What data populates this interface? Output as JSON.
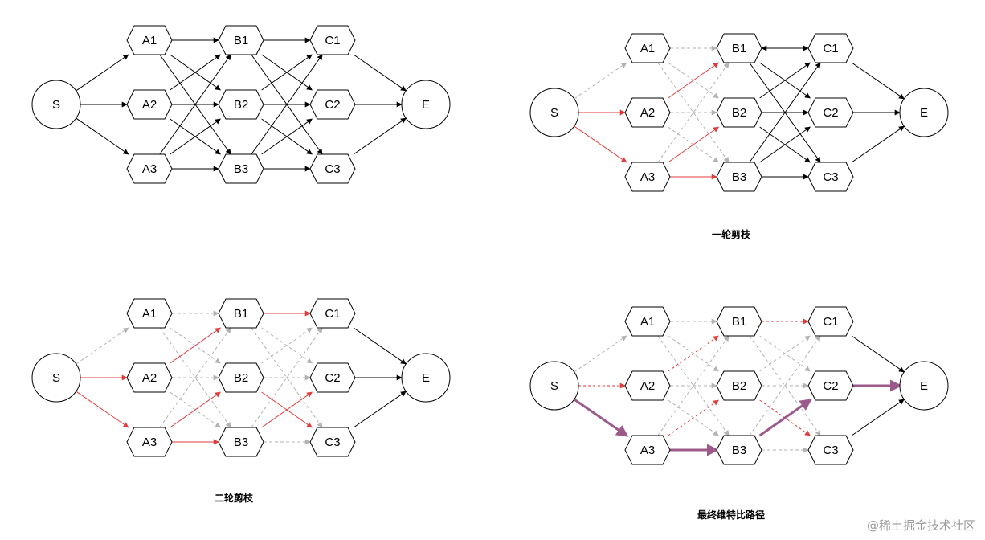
{
  "colors": {
    "black": "#000000",
    "gray": "#b3b3b3",
    "red": "#e33b3b",
    "purple": "#9c5a8a"
  },
  "nodes": [
    "S",
    "A1",
    "A2",
    "A3",
    "B1",
    "B2",
    "B3",
    "C1",
    "C2",
    "C3",
    "E"
  ],
  "panels": [
    {
      "caption": "",
      "edges": [
        {
          "from": "S",
          "to": "A1",
          "style": "black"
        },
        {
          "from": "S",
          "to": "A2",
          "style": "black"
        },
        {
          "from": "S",
          "to": "A3",
          "style": "black"
        },
        {
          "from": "A1",
          "to": "B1",
          "style": "black"
        },
        {
          "from": "A1",
          "to": "B2",
          "style": "black"
        },
        {
          "from": "A1",
          "to": "B3",
          "style": "black"
        },
        {
          "from": "A2",
          "to": "B1",
          "style": "black"
        },
        {
          "from": "A2",
          "to": "B2",
          "style": "black"
        },
        {
          "from": "A2",
          "to": "B3",
          "style": "black"
        },
        {
          "from": "A3",
          "to": "B1",
          "style": "black"
        },
        {
          "from": "A3",
          "to": "B2",
          "style": "black"
        },
        {
          "from": "A3",
          "to": "B3",
          "style": "black"
        },
        {
          "from": "B1",
          "to": "C1",
          "style": "black"
        },
        {
          "from": "B1",
          "to": "C2",
          "style": "black"
        },
        {
          "from": "B1",
          "to": "C3",
          "style": "black"
        },
        {
          "from": "B2",
          "to": "C1",
          "style": "black"
        },
        {
          "from": "B2",
          "to": "C2",
          "style": "black"
        },
        {
          "from": "B2",
          "to": "C3",
          "style": "black"
        },
        {
          "from": "B3",
          "to": "C1",
          "style": "black"
        },
        {
          "from": "B3",
          "to": "C2",
          "style": "black"
        },
        {
          "from": "B3",
          "to": "C3",
          "style": "black"
        },
        {
          "from": "C1",
          "to": "E",
          "style": "black"
        },
        {
          "from": "C2",
          "to": "E",
          "style": "black"
        },
        {
          "from": "C3",
          "to": "E",
          "style": "black"
        }
      ]
    },
    {
      "caption": "一轮剪枝",
      "edges": [
        {
          "from": "S",
          "to": "A1",
          "style": "gray"
        },
        {
          "from": "S",
          "to": "A2",
          "style": "red"
        },
        {
          "from": "S",
          "to": "A3",
          "style": "red"
        },
        {
          "from": "A1",
          "to": "B1",
          "style": "gray"
        },
        {
          "from": "A1",
          "to": "B2",
          "style": "gray"
        },
        {
          "from": "A1",
          "to": "B3",
          "style": "gray"
        },
        {
          "from": "A2",
          "to": "B1",
          "style": "red"
        },
        {
          "from": "A2",
          "to": "B2",
          "style": "gray"
        },
        {
          "from": "A2",
          "to": "B3",
          "style": "gray"
        },
        {
          "from": "A3",
          "to": "B1",
          "style": "gray"
        },
        {
          "from": "A3",
          "to": "B2",
          "style": "red"
        },
        {
          "from": "A3",
          "to": "B3",
          "style": "red"
        },
        {
          "from": "B1",
          "to": "C1",
          "style": "black",
          "bidir": true
        },
        {
          "from": "B1",
          "to": "C2",
          "style": "black"
        },
        {
          "from": "B1",
          "to": "C3",
          "style": "black"
        },
        {
          "from": "B2",
          "to": "C1",
          "style": "black"
        },
        {
          "from": "B2",
          "to": "C2",
          "style": "black"
        },
        {
          "from": "B2",
          "to": "C3",
          "style": "black"
        },
        {
          "from": "B3",
          "to": "C1",
          "style": "black"
        },
        {
          "from": "B3",
          "to": "C2",
          "style": "black"
        },
        {
          "from": "B3",
          "to": "C3",
          "style": "black"
        },
        {
          "from": "C1",
          "to": "E",
          "style": "black"
        },
        {
          "from": "C2",
          "to": "E",
          "style": "black"
        },
        {
          "from": "C3",
          "to": "E",
          "style": "black"
        }
      ]
    },
    {
      "caption": "二轮剪枝",
      "edges": [
        {
          "from": "S",
          "to": "A1",
          "style": "gray"
        },
        {
          "from": "S",
          "to": "A2",
          "style": "red"
        },
        {
          "from": "S",
          "to": "A3",
          "style": "red"
        },
        {
          "from": "A1",
          "to": "B1",
          "style": "gray"
        },
        {
          "from": "A1",
          "to": "B2",
          "style": "gray"
        },
        {
          "from": "A1",
          "to": "B3",
          "style": "gray"
        },
        {
          "from": "A2",
          "to": "B1",
          "style": "red"
        },
        {
          "from": "A2",
          "to": "B2",
          "style": "gray"
        },
        {
          "from": "A2",
          "to": "B3",
          "style": "gray"
        },
        {
          "from": "A3",
          "to": "B1",
          "style": "gray"
        },
        {
          "from": "A3",
          "to": "B2",
          "style": "red"
        },
        {
          "from": "A3",
          "to": "B3",
          "style": "red"
        },
        {
          "from": "B1",
          "to": "C1",
          "style": "red"
        },
        {
          "from": "B1",
          "to": "C2",
          "style": "gray"
        },
        {
          "from": "B1",
          "to": "C3",
          "style": "gray"
        },
        {
          "from": "B2",
          "to": "C1",
          "style": "gray"
        },
        {
          "from": "B2",
          "to": "C2",
          "style": "gray"
        },
        {
          "from": "B2",
          "to": "C3",
          "style": "red"
        },
        {
          "from": "B3",
          "to": "C1",
          "style": "gray"
        },
        {
          "from": "B3",
          "to": "C2",
          "style": "red"
        },
        {
          "from": "B3",
          "to": "C3",
          "style": "gray"
        },
        {
          "from": "C1",
          "to": "E",
          "style": "black"
        },
        {
          "from": "C2",
          "to": "E",
          "style": "black"
        },
        {
          "from": "C3",
          "to": "E",
          "style": "black"
        }
      ]
    },
    {
      "caption": "最终维特比路径",
      "edges": [
        {
          "from": "S",
          "to": "A1",
          "style": "gray"
        },
        {
          "from": "S",
          "to": "A2",
          "style": "reddash"
        },
        {
          "from": "S",
          "to": "A3",
          "style": "purple"
        },
        {
          "from": "A1",
          "to": "B1",
          "style": "gray"
        },
        {
          "from": "A1",
          "to": "B2",
          "style": "gray"
        },
        {
          "from": "A1",
          "to": "B3",
          "style": "gray"
        },
        {
          "from": "A2",
          "to": "B1",
          "style": "reddash"
        },
        {
          "from": "A2",
          "to": "B2",
          "style": "gray"
        },
        {
          "from": "A2",
          "to": "B3",
          "style": "gray"
        },
        {
          "from": "A3",
          "to": "B1",
          "style": "gray"
        },
        {
          "from": "A3",
          "to": "B2",
          "style": "reddash"
        },
        {
          "from": "A3",
          "to": "B3",
          "style": "purple"
        },
        {
          "from": "B1",
          "to": "C1",
          "style": "reddash"
        },
        {
          "from": "B1",
          "to": "C2",
          "style": "gray"
        },
        {
          "from": "B1",
          "to": "C3",
          "style": "gray"
        },
        {
          "from": "B2",
          "to": "C1",
          "style": "gray"
        },
        {
          "from": "B2",
          "to": "C2",
          "style": "gray"
        },
        {
          "from": "B2",
          "to": "C3",
          "style": "reddash"
        },
        {
          "from": "B3",
          "to": "C1",
          "style": "gray"
        },
        {
          "from": "B3",
          "to": "C2",
          "style": "purple"
        },
        {
          "from": "B3",
          "to": "C3",
          "style": "gray"
        },
        {
          "from": "C1",
          "to": "E",
          "style": "black"
        },
        {
          "from": "C2",
          "to": "E",
          "style": "purple"
        },
        {
          "from": "C3",
          "to": "E",
          "style": "black"
        }
      ]
    }
  ],
  "watermark": "@稀土掘金技术社区"
}
